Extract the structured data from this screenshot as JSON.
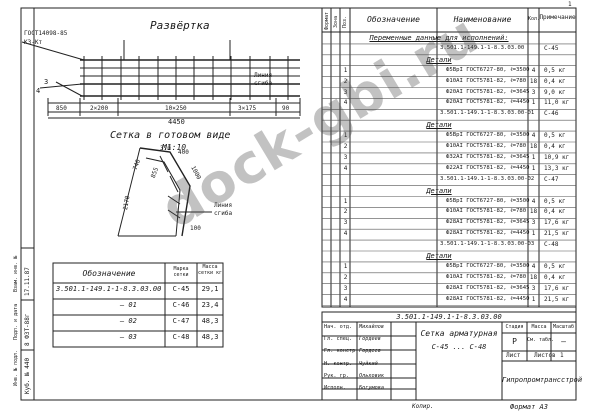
{
  "drawing": {
    "unfold_title": "Развёртка",
    "mesh_title": "Сетка в готовом виде",
    "scale": "М1:10",
    "leader_a": "ГОСТ14098-85",
    "leader_b": "К3-Кт",
    "callout_3": "3",
    "callout_4": "4",
    "dim_850": "850",
    "dim_2x200": "2×200",
    "dim_10x250": "10×250",
    "dim_3x175": "3×175",
    "dim_90": "90",
    "dim_4450": "4450",
    "bend_label_1": "Линия",
    "bend_label_2": "сгиба",
    "mesh_dim_1": "740",
    "mesh_dim_2": "855",
    "mesh_dim_3": "1000",
    "mesh_dim_4": "370",
    "mesh_dim_5": "400",
    "mesh_dim_6": "2170",
    "mesh_dim_7": "100",
    "mesh_bend_1": "Линия",
    "mesh_bend_2": "сгиба"
  },
  "mark_table": {
    "headers": [
      "Обозначение",
      "Марка сетки",
      "Масса сетки кг"
    ],
    "rows": [
      [
        "3.501.1-149.1-1-8.3.03.00",
        "С-45",
        "29,1"
      ],
      [
        "– 01",
        "С-46",
        "23,4"
      ],
      [
        "– 02",
        "С-47",
        "48,3"
      ],
      [
        "– 03",
        "С-48",
        "48,3"
      ]
    ]
  },
  "side_stamp": {
    "left_labels": [
      "Инв. № подл.",
      "Подп. и дата",
      "Взам. инв. №"
    ],
    "left_values": [
      "Куб. № 440",
      "8 Ф3Т-88г",
      "17.11.87"
    ]
  },
  "spec": {
    "sheet_num": "1",
    "headers": [
      "Формат",
      "Зона",
      "Поз.",
      "Обозначение",
      "Наименование",
      "Кол.",
      "Примечание"
    ],
    "rows": [
      {
        "pos": "",
        "name": "Переменные данные для исполнений:",
        "qty": "",
        "note": "",
        "header": true,
        "underline": true
      },
      {
        "pos": "",
        "name": "3.501.1-149.1-1-8.3.03.00",
        "qty": "",
        "note": "С-45"
      },
      {
        "pos": "",
        "name": "Детали",
        "qty": "",
        "note": "",
        "header": true,
        "underline": true
      },
      {
        "pos": "1",
        "name": "Ф5ВрI ГОСТ6727-80, ℓ=3500",
        "qty": "4",
        "note": "0,5 кг"
      },
      {
        "pos": "2",
        "name": "Ф10АI ГОСТ5781-82, ℓ=780",
        "qty": "18",
        "note": "0,4 кг"
      },
      {
        "pos": "3",
        "name": "Ф20АI ГОСТ5781-82, ℓ=3645",
        "qty": "3",
        "note": "9,0 кг"
      },
      {
        "pos": "4",
        "name": "Ф20АI ГОСТ5781-82, ℓ=4450",
        "qty": "1",
        "note": "11,0 кг"
      },
      {
        "pos": "",
        "name": "3.501.1-149.1-1-8.3.03.00-01",
        "qty": "",
        "note": "С-46"
      },
      {
        "pos": "",
        "name": "Детали",
        "qty": "",
        "note": "",
        "header": true,
        "underline": true
      },
      {
        "pos": "1",
        "name": "Ф5ВрI ГОСТ6727-80, ℓ=3500",
        "qty": "4",
        "note": "0,5 кг"
      },
      {
        "pos": "2",
        "name": "Ф10АI ГОСТ5781-82, ℓ=780",
        "qty": "18",
        "note": "0,4 кг"
      },
      {
        "pos": "3",
        "name": "Ф32АI ГОСТ5781-82, ℓ=3645",
        "qty": "1",
        "note": "10,9 кг"
      },
      {
        "pos": "4",
        "name": "Ф22АI ГОСТ5781-82, ℓ=4450",
        "qty": "1",
        "note": "13,3 кг"
      },
      {
        "pos": "",
        "name": "3.501.1-149.1-1-8.3.03.00-02",
        "qty": "",
        "note": "С-47"
      },
      {
        "pos": "",
        "name": "Детали",
        "qty": "",
        "note": "",
        "header": true,
        "underline": true
      },
      {
        "pos": "1",
        "name": "Ф5ВрI ГОСТ6727-80, ℓ=3500",
        "qty": "4",
        "note": "0,5 кг"
      },
      {
        "pos": "2",
        "name": "Ф10АI ГОСТ5781-82, ℓ=780",
        "qty": "18",
        "note": "0,4 кг"
      },
      {
        "pos": "3",
        "name": "Ф28АI ГОСТ5781-82, ℓ=3645",
        "qty": "3",
        "note": "17,6 кг"
      },
      {
        "pos": "4",
        "name": "Ф28АI ГОСТ5781-82, ℓ=4450",
        "qty": "1",
        "note": "21,5 кг"
      },
      {
        "pos": "",
        "name": "3.501.1-149.1-1-8.3.03.00-03",
        "qty": "",
        "note": "С-48"
      },
      {
        "pos": "",
        "name": "Детали",
        "qty": "",
        "note": "",
        "header": true,
        "underline": true
      },
      {
        "pos": "1",
        "name": "Ф5ВрI ГОСТ6727-80, ℓ=3500",
        "qty": "4",
        "note": "0,5 кг"
      },
      {
        "pos": "2",
        "name": "Ф10АI ГОСТ5781-82, ℓ=780",
        "qty": "18",
        "note": "0,4 кг"
      },
      {
        "pos": "3",
        "name": "Ф28АI ГОСТ5781-82, ℓ=3645",
        "qty": "3",
        "note": "17,6 кг"
      },
      {
        "pos": "4",
        "name": "Ф28АI ГОСТ5781-82, ℓ=4450",
        "qty": "1",
        "note": "21,5 кг"
      }
    ]
  },
  "stamp": {
    "doc_code": "3.501.1-149.1-1-8.3.03.00",
    "roles": [
      "Нач. отд.",
      "Гл. спец.",
      "Гл. констр.",
      "Н. контр.",
      "Рук. гр.",
      "Исполн."
    ],
    "names": [
      "Михайлов",
      "Гордеев",
      "Гордеев",
      "Чуйкий",
      "Ольховик",
      "Богумова"
    ],
    "title_1": "Сетка арматурная",
    "title_2": "С-45 ... С-48",
    "col_stage": "Стадия",
    "col_mass": "Масса",
    "col_scale": "Масштаб",
    "stage_value": "Р",
    "mass_value": "См. табл.",
    "scale_value": "—",
    "sheet_label": "Лист",
    "sheets_label": "Листов",
    "sheets_value": "1",
    "org": "Гипропромтрансстрой",
    "copied": "Копир.",
    "format": "Формат А3"
  },
  "watermark": "dock-gbi.ru"
}
